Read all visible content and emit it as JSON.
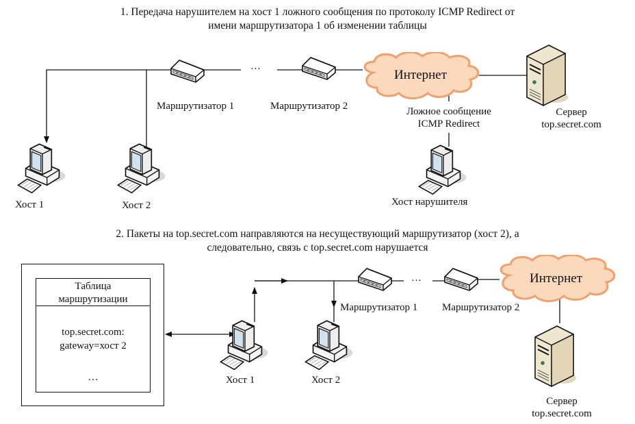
{
  "section1": {
    "caption_line1": "1. Передача нарушителем на хост 1 ложного сообщения по протоколу ICMP Redirect от",
    "caption_line2": "имени маршрутизатора 1 об изменении таблицы",
    "router1": "Маршрутизатор 1",
    "router2": "Маршрутизатор 2",
    "ellipsis": "…",
    "internet": "Интернет",
    "fake_msg_line1": "Ложное сообщение",
    "fake_msg_line2": "ICMP Redirect",
    "server_line1": "Сервер",
    "server_line2": "top.secret.com",
    "host1": "Хост 1",
    "host2": "Хост 2",
    "attacker": "Хост нарушителя"
  },
  "section2": {
    "caption_line1": "2. Пакеты на top.secret.com направляются на несуществующий маршрутизатор (хост 2), а",
    "caption_line2": "следовательно, связь с top.secret.com нарушается",
    "table_title_line1": "Таблица",
    "table_title_line2": "маршрутизации",
    "table_entry_line1": "top.secret.com:",
    "table_entry_line2": "gateway=хост 2",
    "table_ellipsis": "…",
    "router1": "Маршрутизатор 1",
    "router2": "Маршрутизатор 2",
    "ellipsis": "…",
    "internet": "Интернет",
    "host1": "Хост 1",
    "host2": "Хост 2",
    "server_line1": "Сервер",
    "server_line2": "top.secret.com"
  },
  "colors": {
    "cloud_fill": "#fbd9bd",
    "cloud_stroke": "#f0a06a",
    "server_body": "#efe6cf",
    "line": "#111111"
  }
}
